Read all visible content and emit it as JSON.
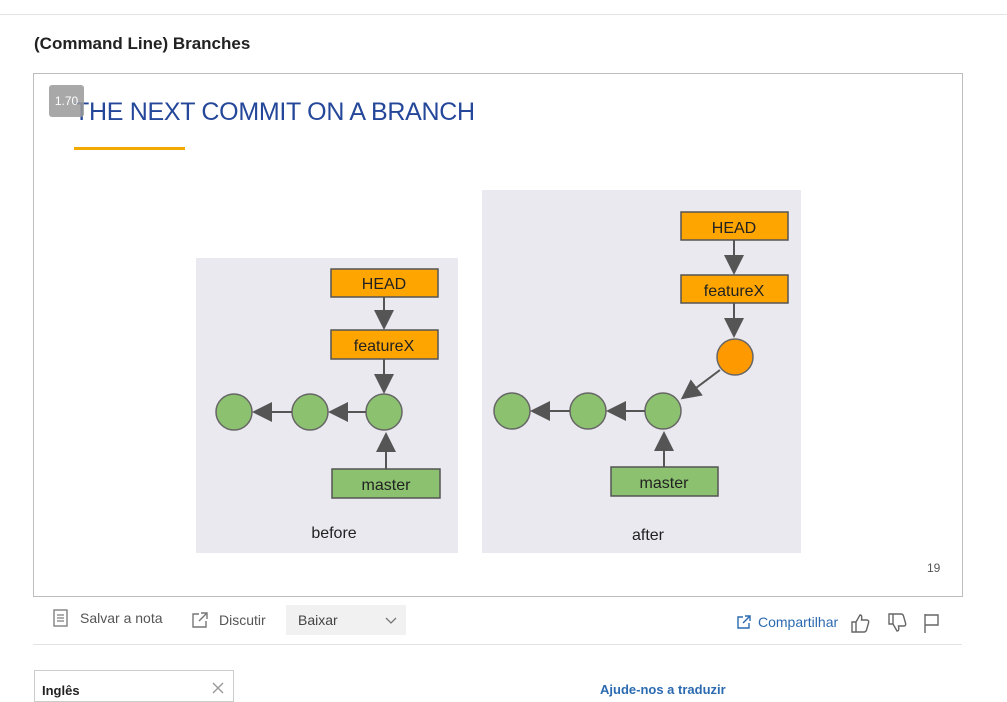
{
  "page": {
    "title": "(Command Line) Branches"
  },
  "slide": {
    "speed": "1.70",
    "heading": "THE NEXT COMMIT ON A BRANCH",
    "slide_number": "19",
    "before": {
      "head": "HEAD",
      "branch": "featureX",
      "master": "master",
      "caption": "before"
    },
    "after": {
      "head": "HEAD",
      "branch": "featureX",
      "master": "master",
      "caption": "after"
    },
    "colors": {
      "heading": "#24479a",
      "underline": "#f2a900",
      "commit": "#8bc16f",
      "new_commit": "#ff9900",
      "label_box": "#ffa500",
      "master_box": "#8bc16f"
    }
  },
  "toolbar": {
    "save_note": "Salvar a nota",
    "discuss": "Discutir",
    "download": "Baixar",
    "share": "Compartilhar",
    "icons": [
      "note-icon",
      "external-link-icon",
      "chevron-down-icon",
      "share-icon",
      "thumbs-up-icon",
      "thumbs-down-icon",
      "flag-icon"
    ]
  },
  "transcript": {
    "language": "Inglês",
    "link": "Ajude-nos a traduzir"
  }
}
